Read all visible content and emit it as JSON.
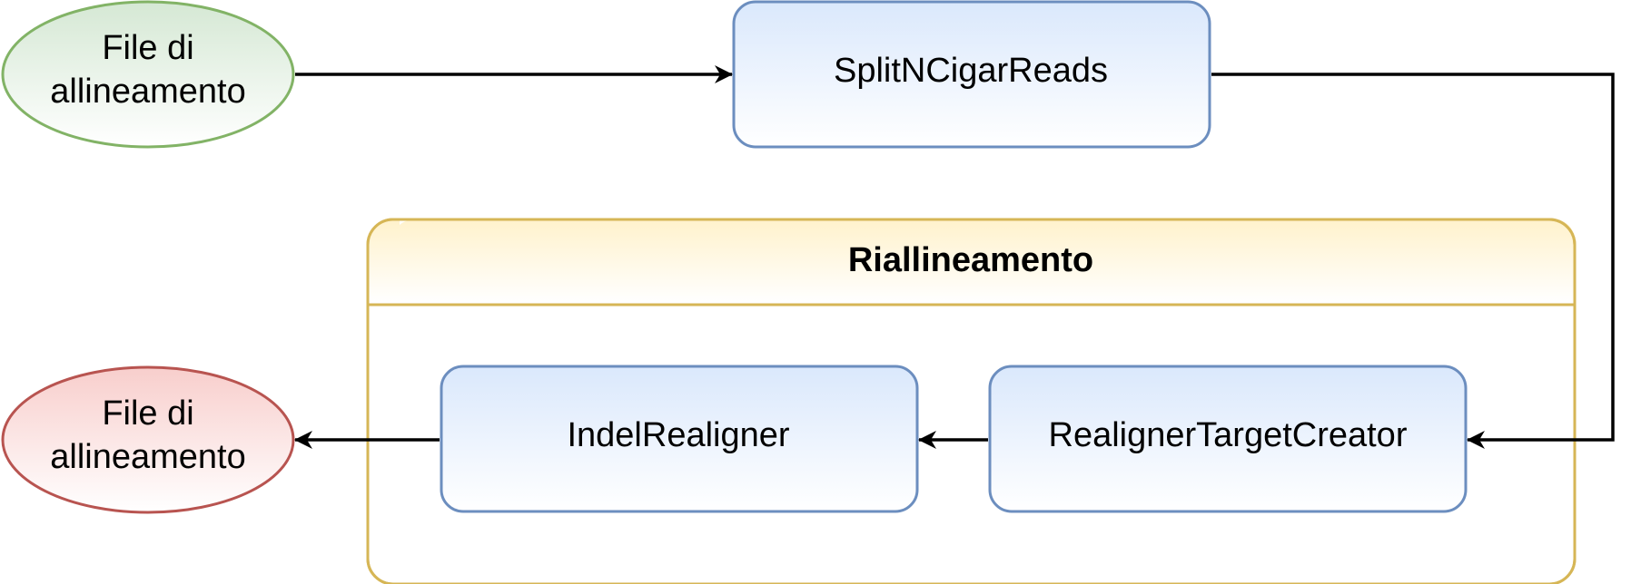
{
  "nodes": {
    "input_file": {
      "line1": "File di",
      "line2": "allineamento"
    },
    "split": {
      "label": "SplitNCigarReads"
    },
    "group": {
      "title": "Riallineamento"
    },
    "target_creator": {
      "label": "RealignerTargetCreator"
    },
    "indel_realigner": {
      "label": "IndelRealigner"
    },
    "output_file": {
      "line1": "File di",
      "line2": "allineamento"
    }
  },
  "colors": {
    "input_fill_top": "#d5e8d4",
    "input_stroke": "#82b366",
    "output_fill_top": "#f8cecc",
    "output_stroke": "#b85450",
    "process_fill_top": "#dae8fc",
    "process_stroke": "#6c8ebf",
    "group_fill_top": "#fff2cc",
    "group_stroke": "#d6b656",
    "edge": "#000000"
  }
}
